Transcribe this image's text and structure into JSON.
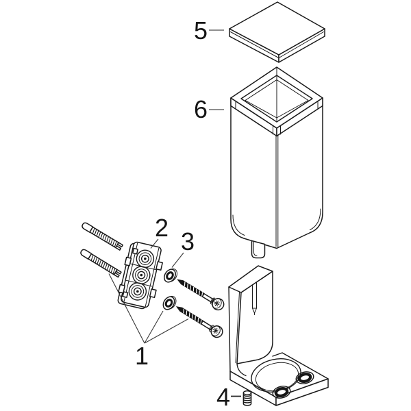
{
  "diagram": {
    "type": "exploded-parts-diagram",
    "background_color": "#ffffff",
    "line_color": "#1a1a1a",
    "leader_line_color_light": "#8f8f8f",
    "leader_line_color_dark": "#3c3c3c",
    "labels": [
      {
        "text": "1",
        "part": "fixing-set-wall-anchors-and-screws"
      },
      {
        "text": "2",
        "part": "mounting-plate"
      },
      {
        "text": "3",
        "part": "washer"
      },
      {
        "text": "4",
        "part": "set-screw"
      },
      {
        "text": "5",
        "part": "lid-cap"
      },
      {
        "text": "6",
        "part": "container-body"
      }
    ]
  }
}
